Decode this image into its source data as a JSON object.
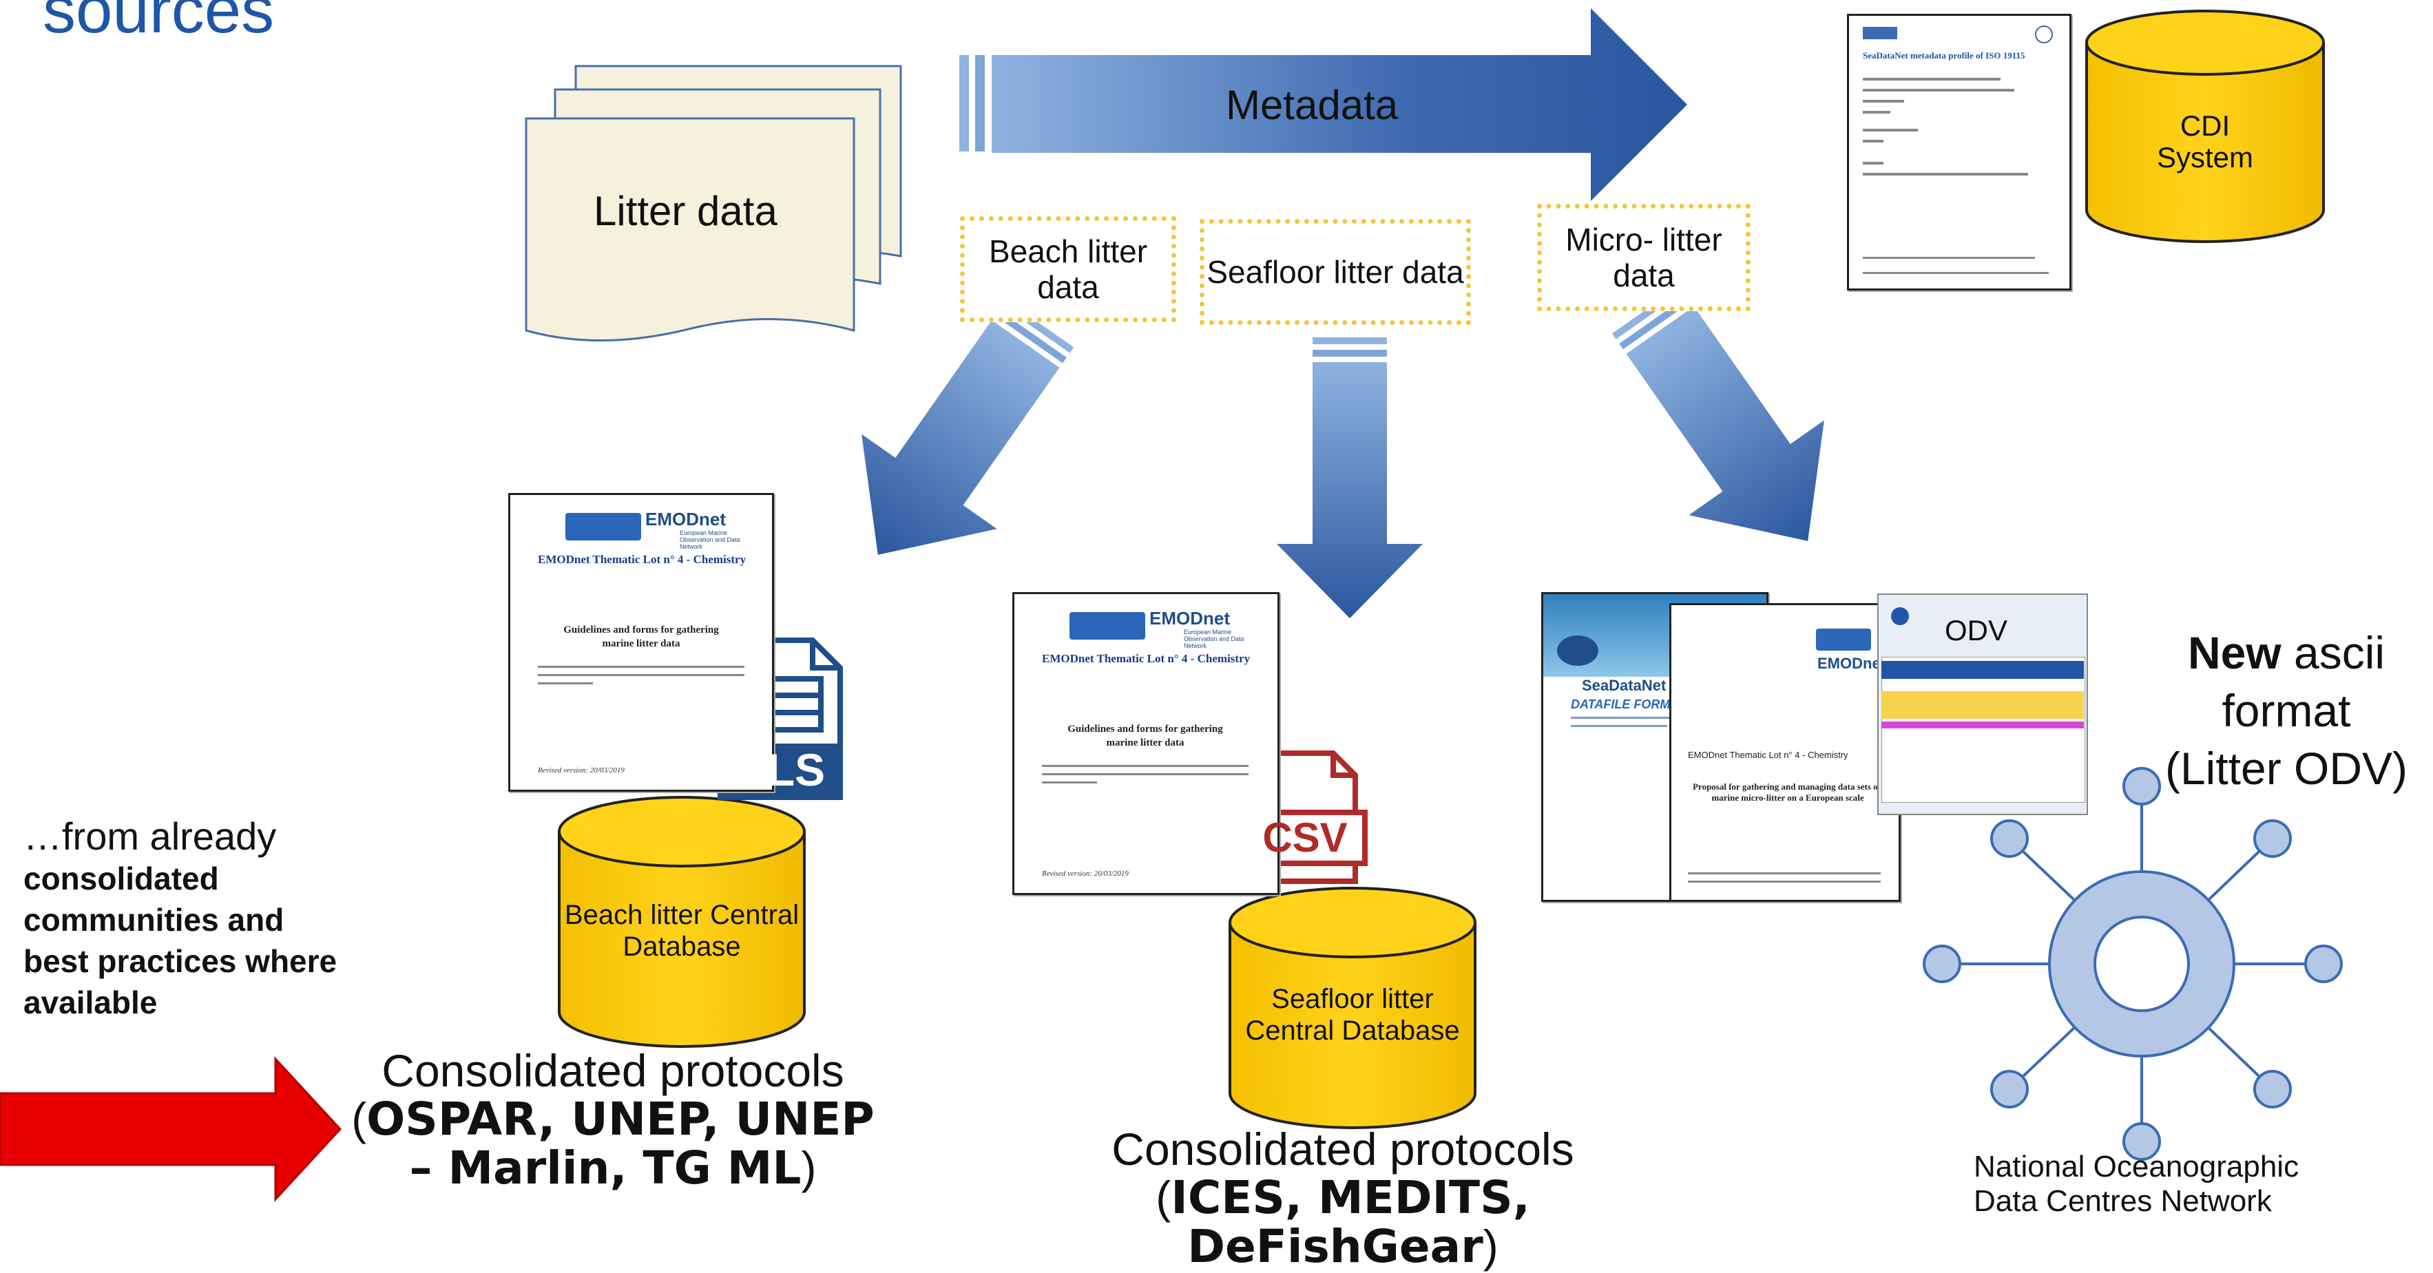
{
  "header_fragment": "sources",
  "metadata_label": "Metadata",
  "litter_data_label": "Litter data",
  "data_types": {
    "beach": "Beach litter data",
    "seafloor": "Seafloor litter data",
    "micro": "Micro- litter data"
  },
  "cdi_label": "CDI System",
  "sdn_doc_title": "SeaDataNet metadata profile of ISO 19115",
  "emodnet_doc": {
    "logo_text": "EMODnet",
    "logo_sub": "European Marine Observation and Data Network",
    "lot": "EMODnet Thematic Lot n° 4 - Chemistry",
    "title": "Guidelines and forms for gathering marine litter data",
    "revision": "Revised version: 20/03/2019"
  },
  "xls_label": "XLS",
  "csv_label": "CSV",
  "odv_label": "ODV",
  "seadatanet_brand": "SeaDataNet",
  "datafile_formats": "DATAFILE FORMATS",
  "microlitter_doc_lot": "EMODnet Thematic Lot n° 4 - Chemistry",
  "microlitter_doc_title": "Proposal for gathering and managing data sets on marine micro-litter on a European scale",
  "beach_db": "Beach litter Central Database",
  "seafloor_db": "Seafloor litter Central Database",
  "left_note": {
    "line1": "…from already",
    "bold": "consolidated communities and best practices where available"
  },
  "protocols_left": {
    "line1": "Consolidated protocols",
    "bold": "OSPAR, UNEP, UNEP – Marlin, TG ML"
  },
  "protocols_center": {
    "line1": "Consolidated protocols",
    "bold": "ICES, MEDITS, DeFishGear"
  },
  "new_format": {
    "bold": "New",
    "rest1": "ascii",
    "rest2": "format",
    "rest3": "(Litter ODV)"
  },
  "network_label": "National Oceanographic Data Centres Network",
  "colors": {
    "arrow_blue": "#2f5ea8",
    "arrow_blue_light": "#7ea5d8",
    "db_yellow": "#f7c600",
    "red_arrow": "#e60000",
    "node_blue": "#b4c8e6",
    "header_blue": "#1f56a8"
  }
}
